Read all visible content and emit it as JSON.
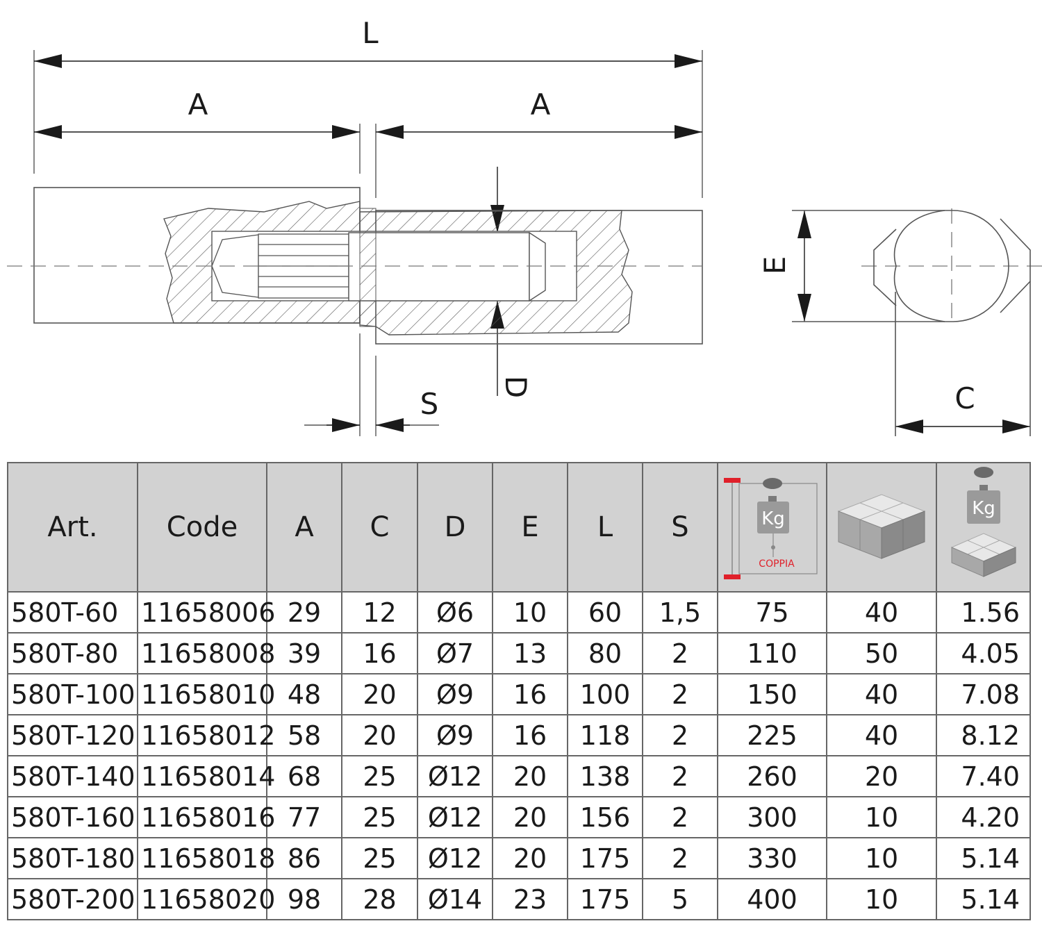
{
  "drawing": {
    "labels": {
      "L": "L",
      "A_left": "A",
      "A_right": "A",
      "D": "D",
      "S": "S",
      "E": "E",
      "C": "C"
    }
  },
  "table": {
    "headers": {
      "art": "Art.",
      "code": "Code",
      "a": "A",
      "c": "C",
      "d": "D",
      "e": "E",
      "l": "L",
      "s": "S",
      "load_icon_text": "Kg",
      "load_icon_caption": "COPPIA",
      "weight_icon_text": "Kg"
    },
    "icons": {
      "load": "weight-pair-load-icon",
      "package": "package-boxes-icon",
      "weight": "package-weight-icon"
    },
    "colors": {
      "header_bg": "#d2d2d2",
      "accent_red": "#e0202a"
    },
    "rows": [
      {
        "art": "580T-60",
        "code": "11658006",
        "a": "29",
        "c": "12",
        "d": "Ø6",
        "e": "10",
        "l": "60",
        "s": "1,5",
        "load": "75",
        "pack": "40",
        "weight": "1.56"
      },
      {
        "art": "580T-80",
        "code": "11658008",
        "a": "39",
        "c": "16",
        "d": "Ø7",
        "e": "13",
        "l": "80",
        "s": "2",
        "load": "110",
        "pack": "50",
        "weight": "4.05"
      },
      {
        "art": "580T-100",
        "code": "11658010",
        "a": "48",
        "c": "20",
        "d": "Ø9",
        "e": "16",
        "l": "100",
        "s": "2",
        "load": "150",
        "pack": "40",
        "weight": "7.08"
      },
      {
        "art": "580T-120",
        "code": "11658012",
        "a": "58",
        "c": "20",
        "d": "Ø9",
        "e": "16",
        "l": "118",
        "s": "2",
        "load": "225",
        "pack": "40",
        "weight": "8.12"
      },
      {
        "art": "580T-140",
        "code": "11658014",
        "a": "68",
        "c": "25",
        "d": "Ø12",
        "e": "20",
        "l": "138",
        "s": "2",
        "load": "260",
        "pack": "20",
        "weight": "7.40"
      },
      {
        "art": "580T-160",
        "code": "11658016",
        "a": "77",
        "c": "25",
        "d": "Ø12",
        "e": "20",
        "l": "156",
        "s": "2",
        "load": "300",
        "pack": "10",
        "weight": "4.20"
      },
      {
        "art": "580T-180",
        "code": "11658018",
        "a": "86",
        "c": "25",
        "d": "Ø12",
        "e": "20",
        "l": "175",
        "s": "2",
        "load": "330",
        "pack": "10",
        "weight": "5.14"
      },
      {
        "art": "580T-200",
        "code": "11658020",
        "a": "98",
        "c": "28",
        "d": "Ø14",
        "e": "23",
        "l": "175",
        "s": "5",
        "load": "400",
        "pack": "10",
        "weight": "5.14"
      }
    ]
  }
}
